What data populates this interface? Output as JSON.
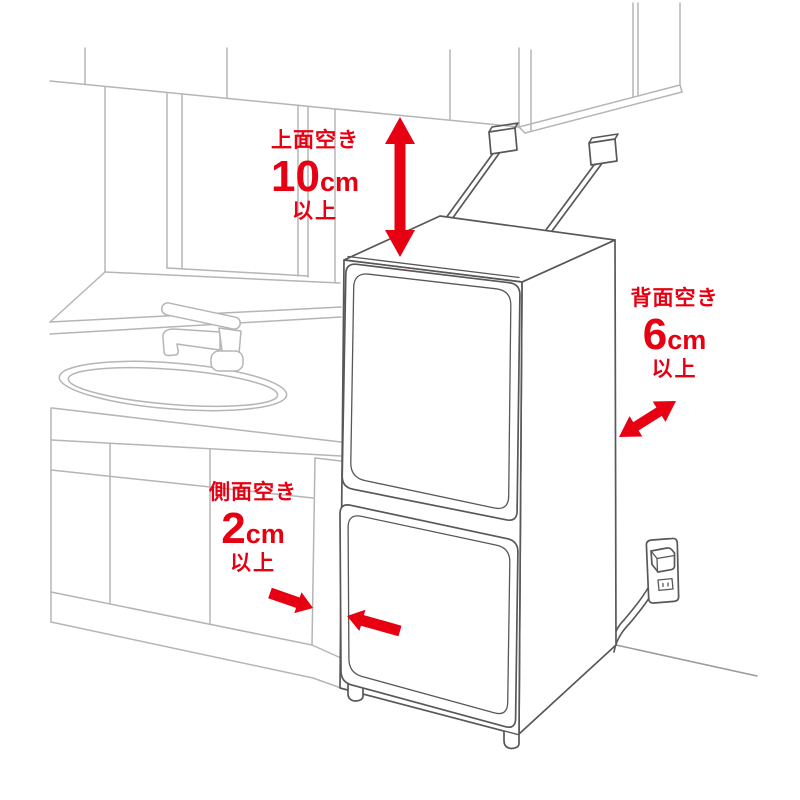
{
  "diagram": {
    "kind": "refrigerator-installation-clearance-illustration"
  },
  "annotations": {
    "top": {
      "label": "上面空き",
      "value": "10",
      "unit": "cm",
      "suffix": "以上"
    },
    "back": {
      "label": "背面空き",
      "value": "6",
      "unit": "cm",
      "suffix": "以上"
    },
    "side": {
      "label": "側面空き",
      "value": "2",
      "unit": "cm",
      "suffix": "以上"
    }
  },
  "icons": {
    "top_arrow": "double-headed-vertical-arrow",
    "back_arrow": "double-headed-diagonal-arrow",
    "side_arrow_counter": "arrow-pointing-right",
    "side_arrow_fridge": "arrow-pointing-left"
  },
  "colors": {
    "accent_red": "#e60012",
    "line_gray_light": "#b5b5b5",
    "line_gray_dark": "#595757",
    "line_gray_floor": "#9a9a9a",
    "background": "#ffffff"
  }
}
